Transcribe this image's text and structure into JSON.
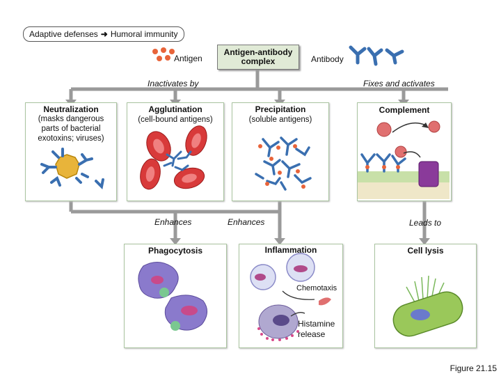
{
  "breadcrumb": {
    "first": "Adaptive defenses",
    "second": "Humoral immunity"
  },
  "top": {
    "antigen": "Antigen",
    "complex": "Antigen-antibody complex",
    "antibody": "Antibody"
  },
  "branches": {
    "left": "Inactivates by",
    "right": "Fixes and activates"
  },
  "mechanisms": [
    {
      "title": "Neutralization",
      "sub": "(masks dangerous parts of bacterial exotoxins; viruses)"
    },
    {
      "title": "Agglutination",
      "sub": "(cell-bound antigens)"
    },
    {
      "title": "Precipitation",
      "sub": "(soluble antigens)"
    },
    {
      "title": "Complement",
      "sub": ""
    }
  ],
  "links": {
    "enhances1": "Enhances",
    "enhances2": "Enhances",
    "leads_to": "Leads to"
  },
  "outcomes": [
    {
      "title": "Phagocytosis"
    },
    {
      "title": "Inflammation",
      "chemotaxis": "Chemotaxis",
      "histamine": "Histamine release"
    },
    {
      "title": "Cell lysis"
    }
  ],
  "figure": "Figure 21.15",
  "colors": {
    "box_border": "#aac4a0",
    "center_fill": "#e0ead6",
    "antibody": "#3a6fb0",
    "rbc": "#d83a3a",
    "antigen": "#e8643a"
  }
}
